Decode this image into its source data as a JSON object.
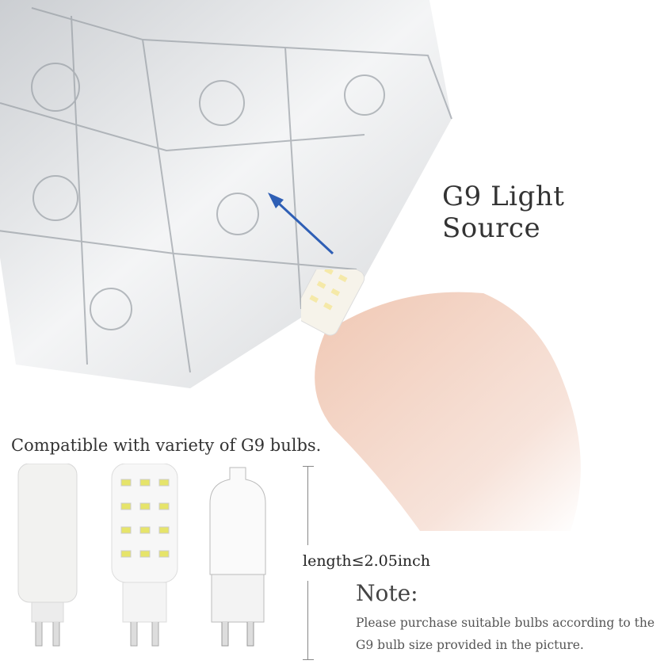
{
  "headline": "G9 Light Source",
  "compatibility": "Compatible with variety of G9 bulbs.",
  "dimension": "length≤2.05inch",
  "note": {
    "heading": "Note:",
    "line1": "Please purchase suitable bulbs according to the",
    "line2": "G9 bulb size provided in the picture."
  },
  "colors": {
    "arrow": "#2f5fb5",
    "skin": "#f1cdbb",
    "text": "#333333"
  },
  "bulbs": [
    "frosted-led-bulb",
    "ceramic-led-bulb",
    "halogen-bulb"
  ]
}
